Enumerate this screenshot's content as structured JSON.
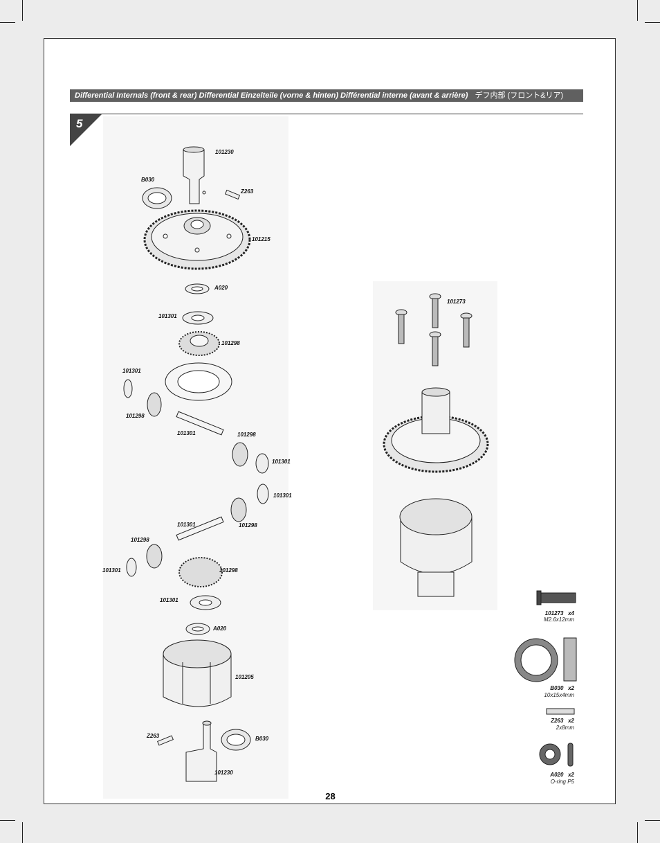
{
  "header": {
    "title": "Differential Internals (front & rear) Differential Einzelteile (vorne & hinten) Différential interne (avant & arrière)",
    "title_jp": "デフ内部 (フロント&リア)"
  },
  "step": {
    "number": "5"
  },
  "part_labels": {
    "outdrive_top": "101230",
    "bearing_top": "B030",
    "pin_top": "Z263",
    "ring_gear": "101215",
    "oring_top": "A020",
    "washer_1": "101301",
    "gear_1": "101298",
    "washer_2": "101301",
    "gear_2": "101298",
    "shaft_1": "101301",
    "gear_3": "101298",
    "washer_3": "101301",
    "washer_4": "101301",
    "shaft_2": "101301",
    "gear_4": "101298",
    "gear_5": "101298",
    "washer_5": "101301",
    "gear_6": "101298",
    "washer_6": "101301",
    "oring_bottom": "A020",
    "diff_case": "101205",
    "pin_bottom": "Z263",
    "bearing_bottom": "B030",
    "outdrive_bottom": "101230",
    "screws": "101273"
  },
  "legend": [
    {
      "code": "101273",
      "qty": "x4",
      "size": "M2.6x12mm",
      "icon": "screw-icon"
    },
    {
      "code": "B030",
      "qty": "x2",
      "size": "10x15x4mm",
      "icon": "bearing-icon"
    },
    {
      "code": "Z263",
      "qty": "x2",
      "size": "2x8mm",
      "icon": "pin-icon"
    },
    {
      "code": "A020",
      "qty": "x2",
      "size": "O-ring P5",
      "icon": "oring-icon"
    }
  ],
  "page_number": "28"
}
